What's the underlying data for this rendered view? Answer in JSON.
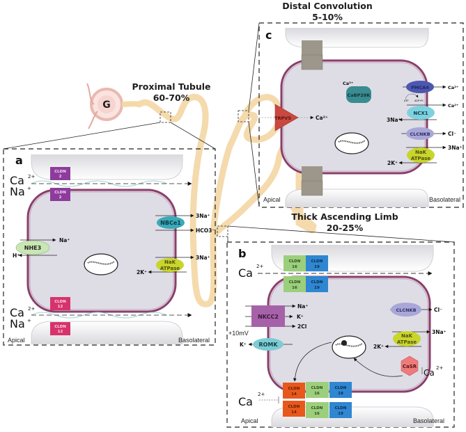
{
  "diagram": {
    "glomerulus_label": "G",
    "segments": {
      "proximal": {
        "title": "Proximal Tubule",
        "percent": "60-70%"
      },
      "thick_ascending": {
        "title": "Thick Ascending Limb",
        "percent": "20-25%"
      },
      "distal": {
        "title": "Distal Convolution",
        "percent": "5-10%"
      }
    },
    "side_labels": {
      "apical": "Apical",
      "basolateral": "Basolateral"
    },
    "panel_a": {
      "letter": "a",
      "paracellular_ions": [
        "Ca",
        "Na"
      ],
      "ca_charge": "2+",
      "na_charge": "+",
      "tight_junctions": [
        {
          "line1": "CLDN",
          "line2": "2"
        },
        {
          "line1": "CLDN",
          "line2": "2"
        },
        {
          "line1": "CLDN",
          "line2": "12"
        },
        {
          "line1": "CLDN",
          "line2": "12"
        }
      ],
      "transporters": {
        "nhe3": {
          "label": "NHE3",
          "in": "Na⁺",
          "out": "H⁺"
        },
        "nbce1": {
          "label": "NBCe1",
          "out1": "3Na⁺",
          "out2": "HCO3⁻"
        },
        "nak": {
          "line1": "NaK",
          "line2": "ATPase",
          "out": "3Na⁺",
          "in": "2K⁺"
        }
      }
    },
    "panel_b": {
      "letter": "b",
      "ca_label": "Ca",
      "ca_charge": "2+",
      "voltage": "+10mV",
      "tight_junctions_top": [
        {
          "line1": "CLDN",
          "line2": "16"
        },
        {
          "line1": "CLDN",
          "line2": "19"
        }
      ],
      "tight_junctions_bottom": [
        {
          "line1": "CLDN",
          "line2": "14"
        },
        {
          "line1": "CLDN",
          "line2": "16"
        },
        {
          "line1": "CLDN",
          "line2": "19"
        }
      ],
      "transporters": {
        "nkcc2": {
          "label": "NKCC2",
          "ions": [
            "Na⁺",
            "K⁺",
            "2Cl"
          ]
        },
        "romk": {
          "label": "ROMK",
          "out": "K⁺"
        },
        "clcnkb": {
          "label": "CLCNKB",
          "out": "Cl⁻"
        },
        "nak": {
          "line1": "NaK",
          "line2": "ATPase",
          "out": "3Na⁺",
          "in": "2K⁺"
        },
        "casr": {
          "label": "CaSR",
          "ligand": "Ca",
          "ligand_charge": "2+"
        }
      }
    },
    "panel_c": {
      "letter": "c",
      "transporters": {
        "trpv5": {
          "label": "TRPV5",
          "out": "Ca²⁺"
        },
        "cabp28k": {
          "label": "CaBP28K",
          "ion": "Ca²⁺"
        },
        "pmca4": {
          "label": "PMCA4",
          "out": "Ca²⁺",
          "atp": "ATP",
          "adp": "ADP+Pi"
        },
        "ncx1": {
          "label": "NCX1",
          "out": "Ca²⁺",
          "in": "3Na⁺"
        },
        "clcnkb": {
          "label": "CLCNKB",
          "out": "Cl⁻"
        },
        "nak": {
          "line1": "NaK",
          "line2": "ATPase",
          "out": "3Na⁺",
          "in": "2K⁺"
        }
      }
    }
  },
  "colors": {
    "tubule": "#f4d9a8",
    "cell_fill": "#dedde6",
    "membrane": "#8a3f6b",
    "cldn2": "#8e3c9c",
    "cldn12": "#d6336c",
    "cldn14": "#e8581c",
    "cldn16": "#9ccf7c",
    "cldn19": "#2f86d1",
    "nhe3": "#c9e6b4",
    "nbce1": "#3aa9b8",
    "nak": "#c7d62a",
    "nkcc2": "#a662a8",
    "romk": "#7dcbd3",
    "clcnkb": "#a9a6d8",
    "casr": "#ee7b7b",
    "trpv5": "#c9483f",
    "cabp28k": "#3a8c90",
    "pmca4": "#4c57b0",
    "ncx1": "#7dd1e0",
    "tj_c": "#9d978b"
  }
}
